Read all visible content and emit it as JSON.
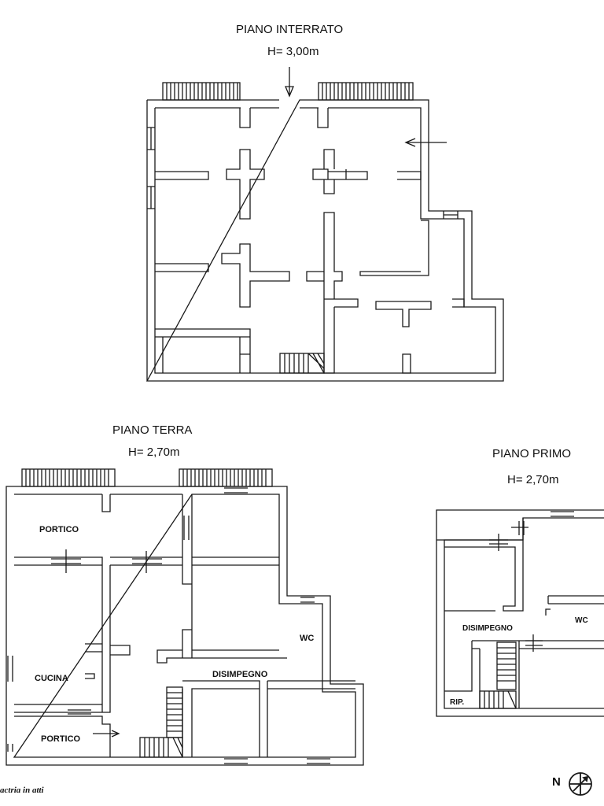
{
  "floors": {
    "interrato": {
      "title": "PIANO INTERRATO",
      "height": "H= 3,00m"
    },
    "terra": {
      "title": "PIANO TERRA",
      "height": "H= 2,70m"
    },
    "primo": {
      "title": "PIANO PRIMO",
      "height": "H= 2,70m"
    }
  },
  "rooms": {
    "portico_upper": "PORTICO",
    "cucina": "CUCINA",
    "portico_lower": "PORTICO",
    "wc_terra": "WC",
    "disimpegno_terra": "DISIMPEGNO",
    "disimpegno_primo": "DISIMPEGNO",
    "wc_primo": "WC",
    "rip": "RIP."
  },
  "footer": {
    "note": "actria in atti",
    "north_label": "N"
  },
  "icons": [
    "north-compass-icon",
    "stair-icon",
    "window-icon",
    "arrow-icon"
  ]
}
